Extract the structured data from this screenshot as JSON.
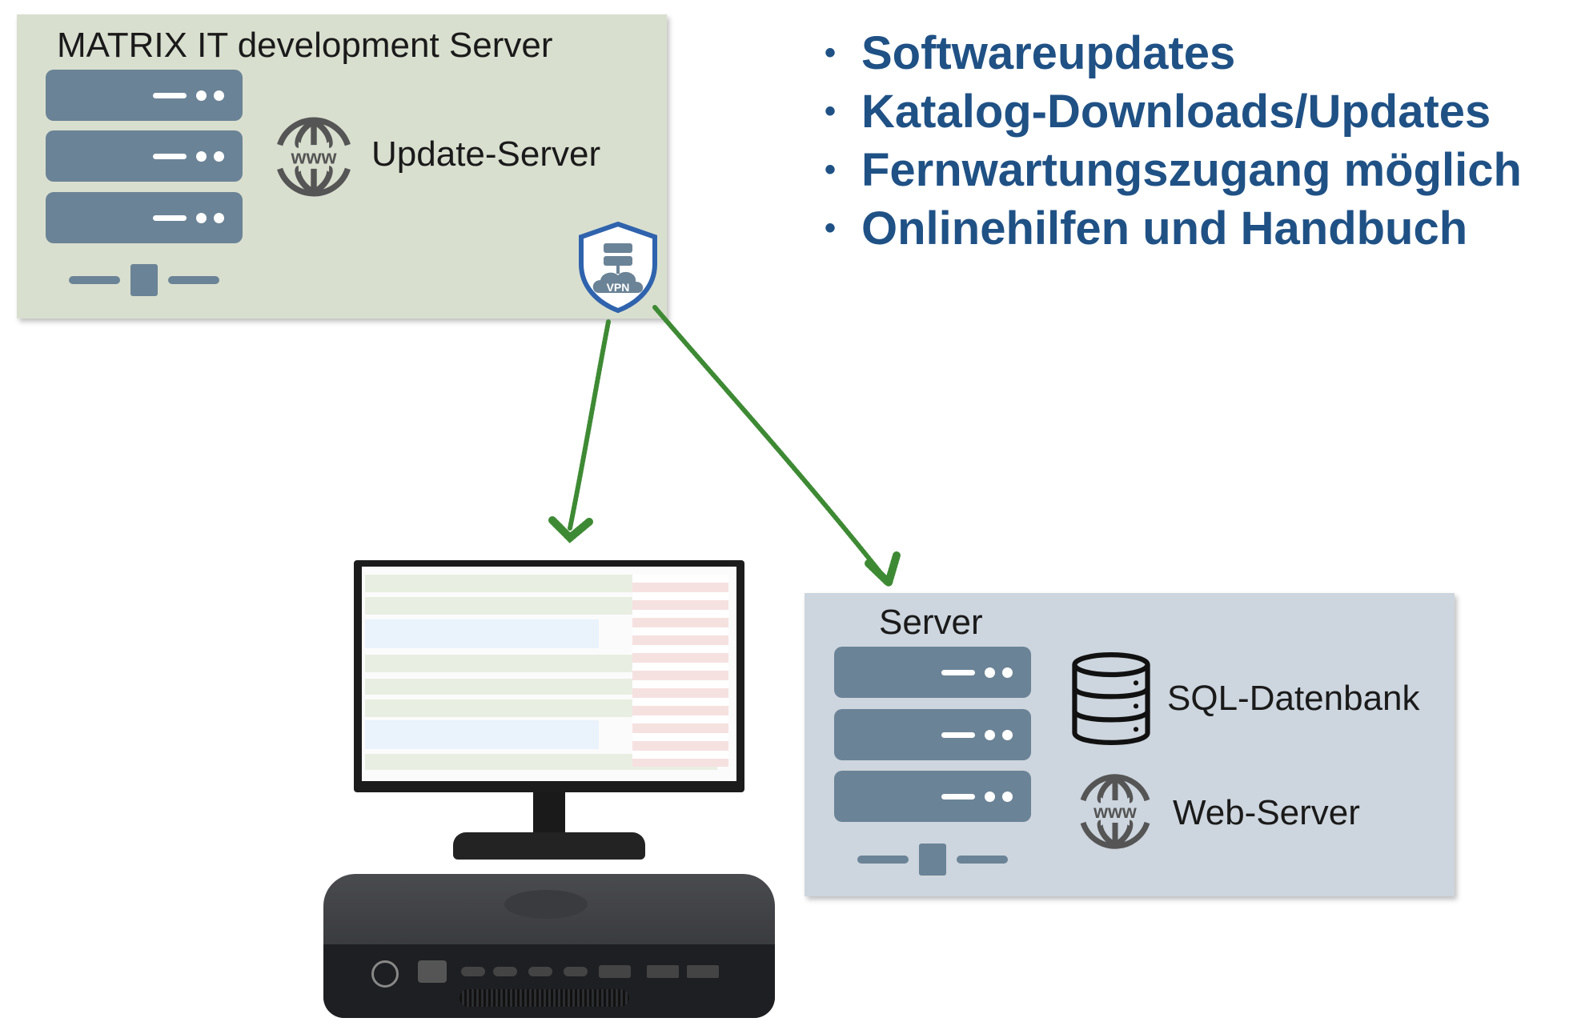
{
  "dev_server": {
    "title": "MATRIX IT development Server",
    "update_label": "Update-Server",
    "www_text": "www",
    "vpn_text": "VPN"
  },
  "features": {
    "items": [
      "Softwareupdates",
      "Katalog-Downloads/Updates",
      "Fernwartungszugang möglich",
      "Onlinehilfen und Handbuch"
    ],
    "color": "#1f5185"
  },
  "local_server": {
    "title": "Server",
    "sql_label": "SQL-Datenbank",
    "web_label": "Web-Server",
    "www_text": "www"
  },
  "colors": {
    "server_icon": "#6b8396",
    "arrow": "#3e8a34",
    "dev_panel_bg": "#d9dfcf",
    "server_panel_bg": "#cdd5de"
  },
  "icons": [
    "server-rack-icon",
    "www-globe-icon",
    "vpn-shield-icon",
    "database-icon",
    "monitor-icon",
    "mac-mini-icon"
  ]
}
